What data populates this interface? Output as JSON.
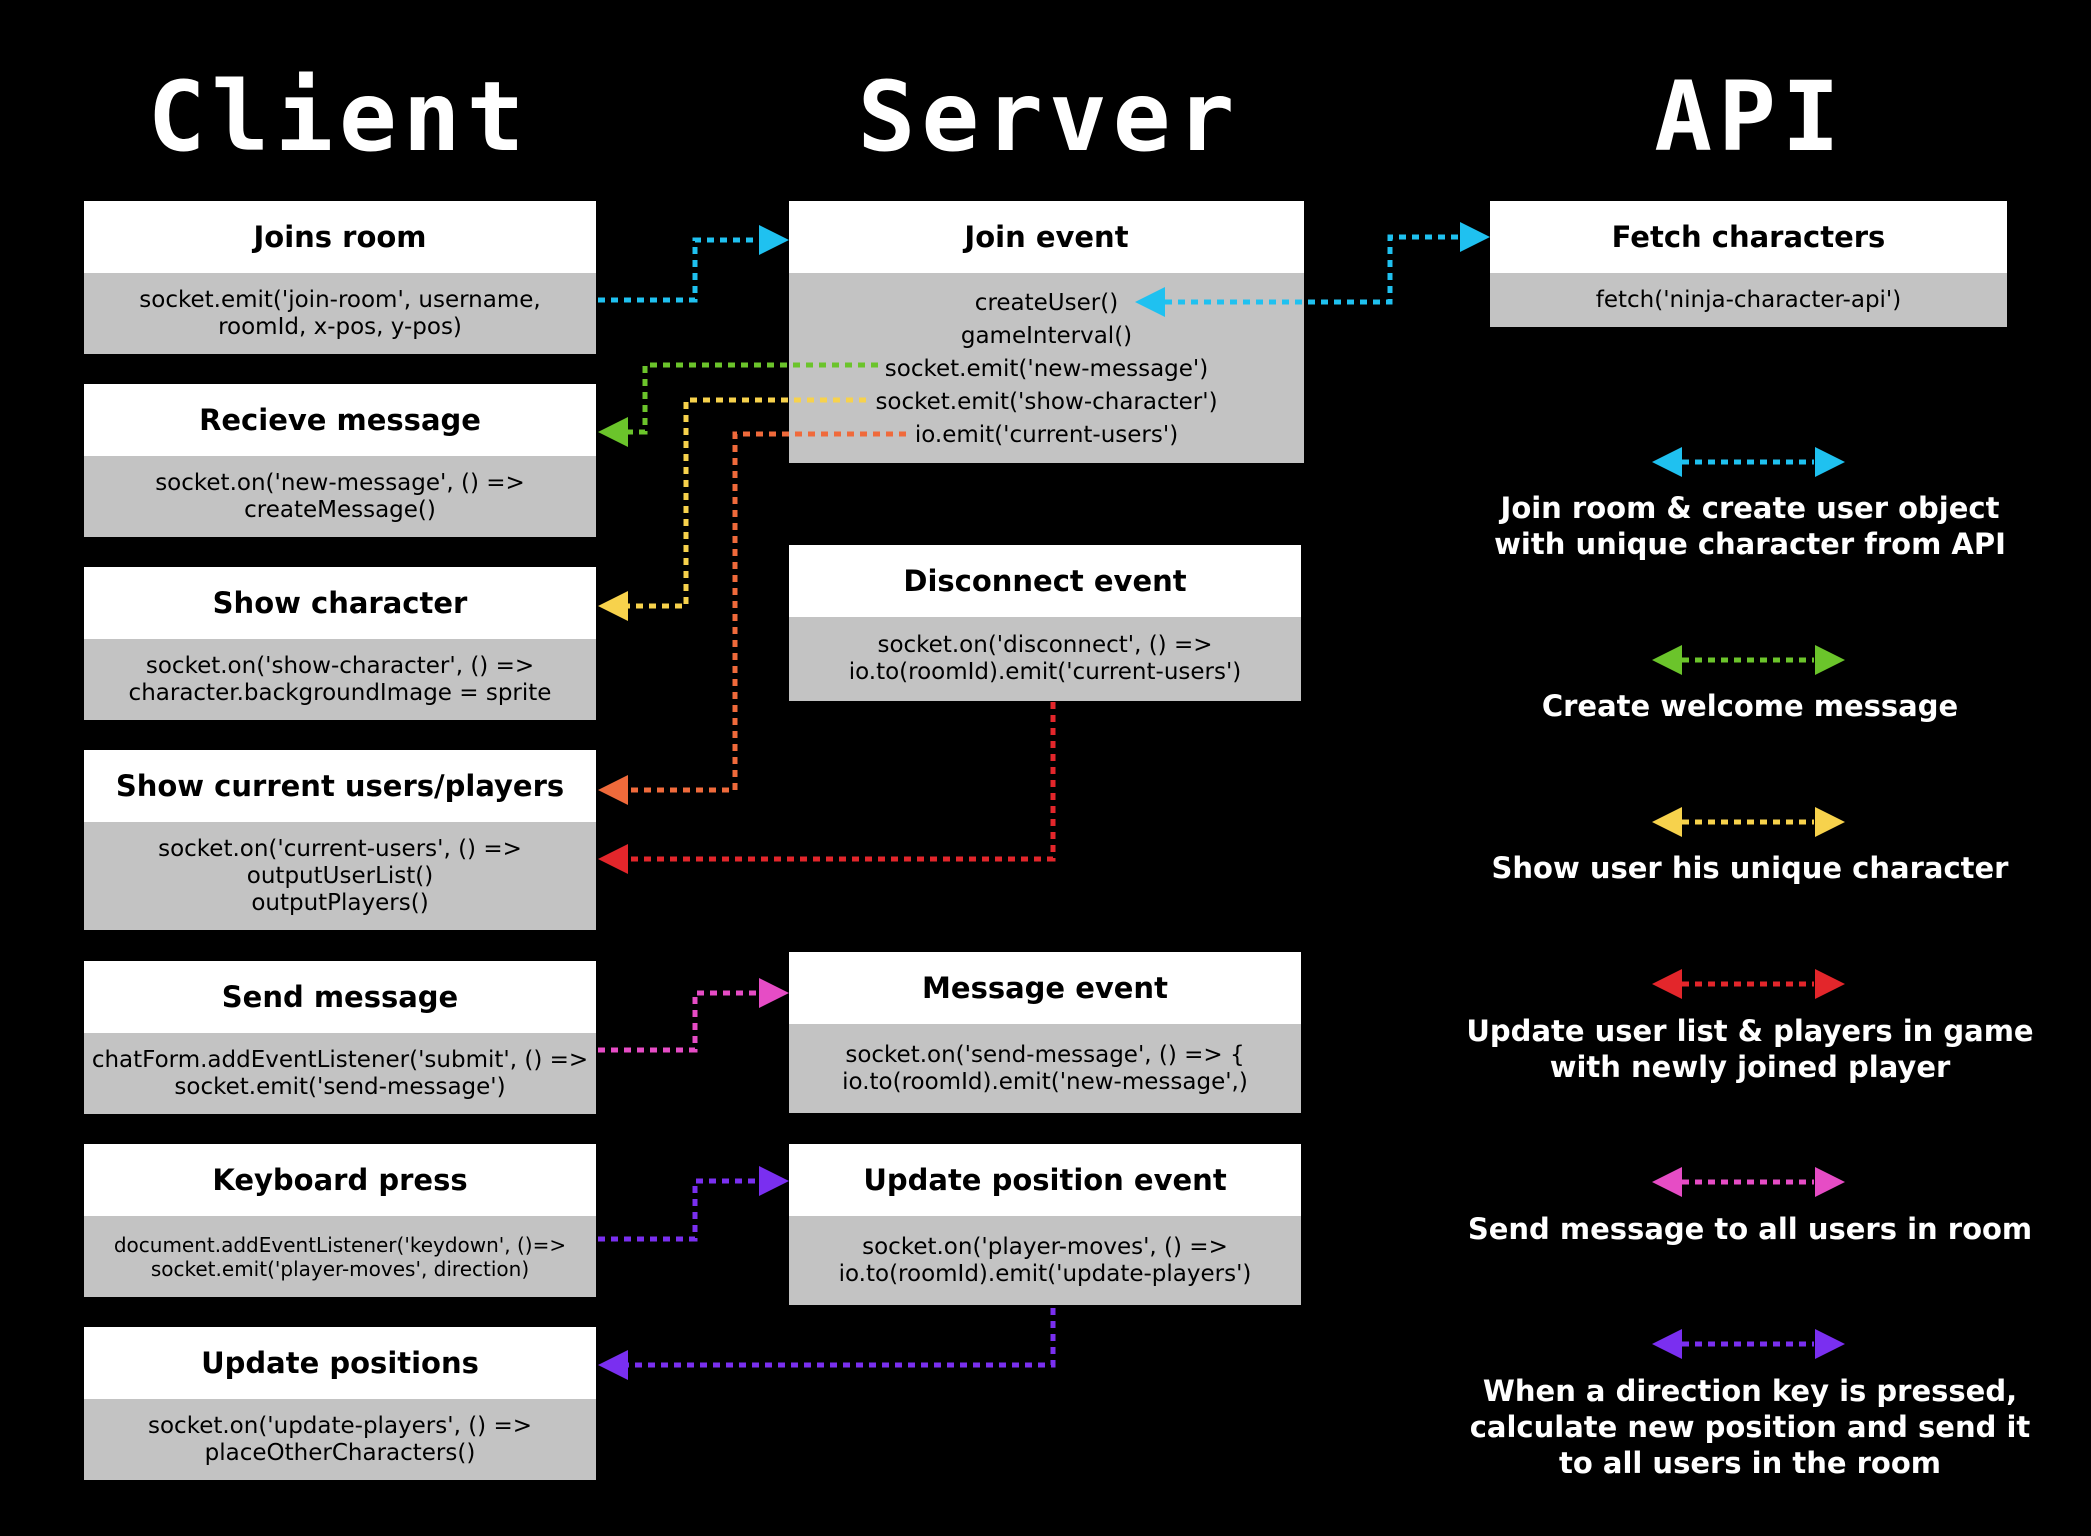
{
  "columns": {
    "client": "Client",
    "server": "Server",
    "api": "API"
  },
  "client": {
    "joins_room": {
      "title": "Joins room",
      "lines": [
        "socket.emit('join-room', username,",
        "roomId, x-pos, y-pos)"
      ]
    },
    "receive_message": {
      "title": "Recieve message",
      "lines": [
        "socket.on('new-message', () =>",
        "createMessage()"
      ]
    },
    "show_character": {
      "title": "Show character",
      "lines": [
        "socket.on('show-character', () =>",
        "character.backgroundImage = sprite"
      ]
    },
    "show_users": {
      "title": "Show current users/players",
      "lines": [
        "socket.on('current-users', () =>",
        "outputUserList()",
        "outputPlayers()"
      ]
    },
    "send_message": {
      "title": "Send message",
      "lines": [
        "chatForm.addEventListener('submit', () =>",
        "socket.emit('send-message')"
      ]
    },
    "keyboard_press": {
      "title": "Keyboard press",
      "lines": [
        "document.addEventListener('keydown', ()=>",
        "socket.emit('player-moves', direction)"
      ]
    },
    "update_positions": {
      "title": "Update positions",
      "lines": [
        "socket.on('update-players', () =>",
        "placeOtherCharacters()"
      ]
    }
  },
  "server": {
    "join_event": {
      "title": "Join event",
      "lines": [
        "createUser()",
        "gameInterval()",
        "socket.emit('new-message')",
        "socket.emit('show-character')",
        "io.emit('current-users')"
      ]
    },
    "disconnect_event": {
      "title": "Disconnect event",
      "lines": [
        "socket.on('disconnect', () =>",
        "io.to(roomId).emit('current-users')"
      ]
    },
    "message_event": {
      "title": "Message event",
      "lines": [
        "socket.on('send-message', () => {",
        "io.to(roomId).emit('new-message',)"
      ]
    },
    "update_position_event": {
      "title": "Update position event",
      "lines": [
        "socket.on('player-moves', () =>",
        "io.to(roomId).emit('update-players')"
      ]
    }
  },
  "api": {
    "fetch_characters": {
      "title": "Fetch characters",
      "lines": [
        "fetch('ninja-character-api')"
      ]
    }
  },
  "legend": [
    {
      "color": "#1fc1f0",
      "lines": [
        "Join room & create user object",
        "with unique character from API"
      ]
    },
    {
      "color": "#6bc42b",
      "lines": [
        "Create welcome message"
      ]
    },
    {
      "color": "#f7d24c",
      "lines": [
        "Show user his unique character"
      ]
    },
    {
      "color": "#e3262b",
      "lines": [
        "Update user list & players in game",
        "with newly joined player"
      ]
    },
    {
      "color": "#e64cc5",
      "lines": [
        "Send message to all users in room"
      ]
    },
    {
      "color": "#7a2ff0",
      "lines": [
        "When a direction key is pressed,",
        "calculate new position and send it",
        "to all users in the room"
      ]
    }
  ],
  "colors": {
    "join": "#1fc1f0",
    "welcome": "#6bc42b",
    "character": "#f7d24c",
    "users": "#f06a3b",
    "disconnect": "#e3262b",
    "message": "#e64cc5",
    "position": "#7a2ff0"
  }
}
